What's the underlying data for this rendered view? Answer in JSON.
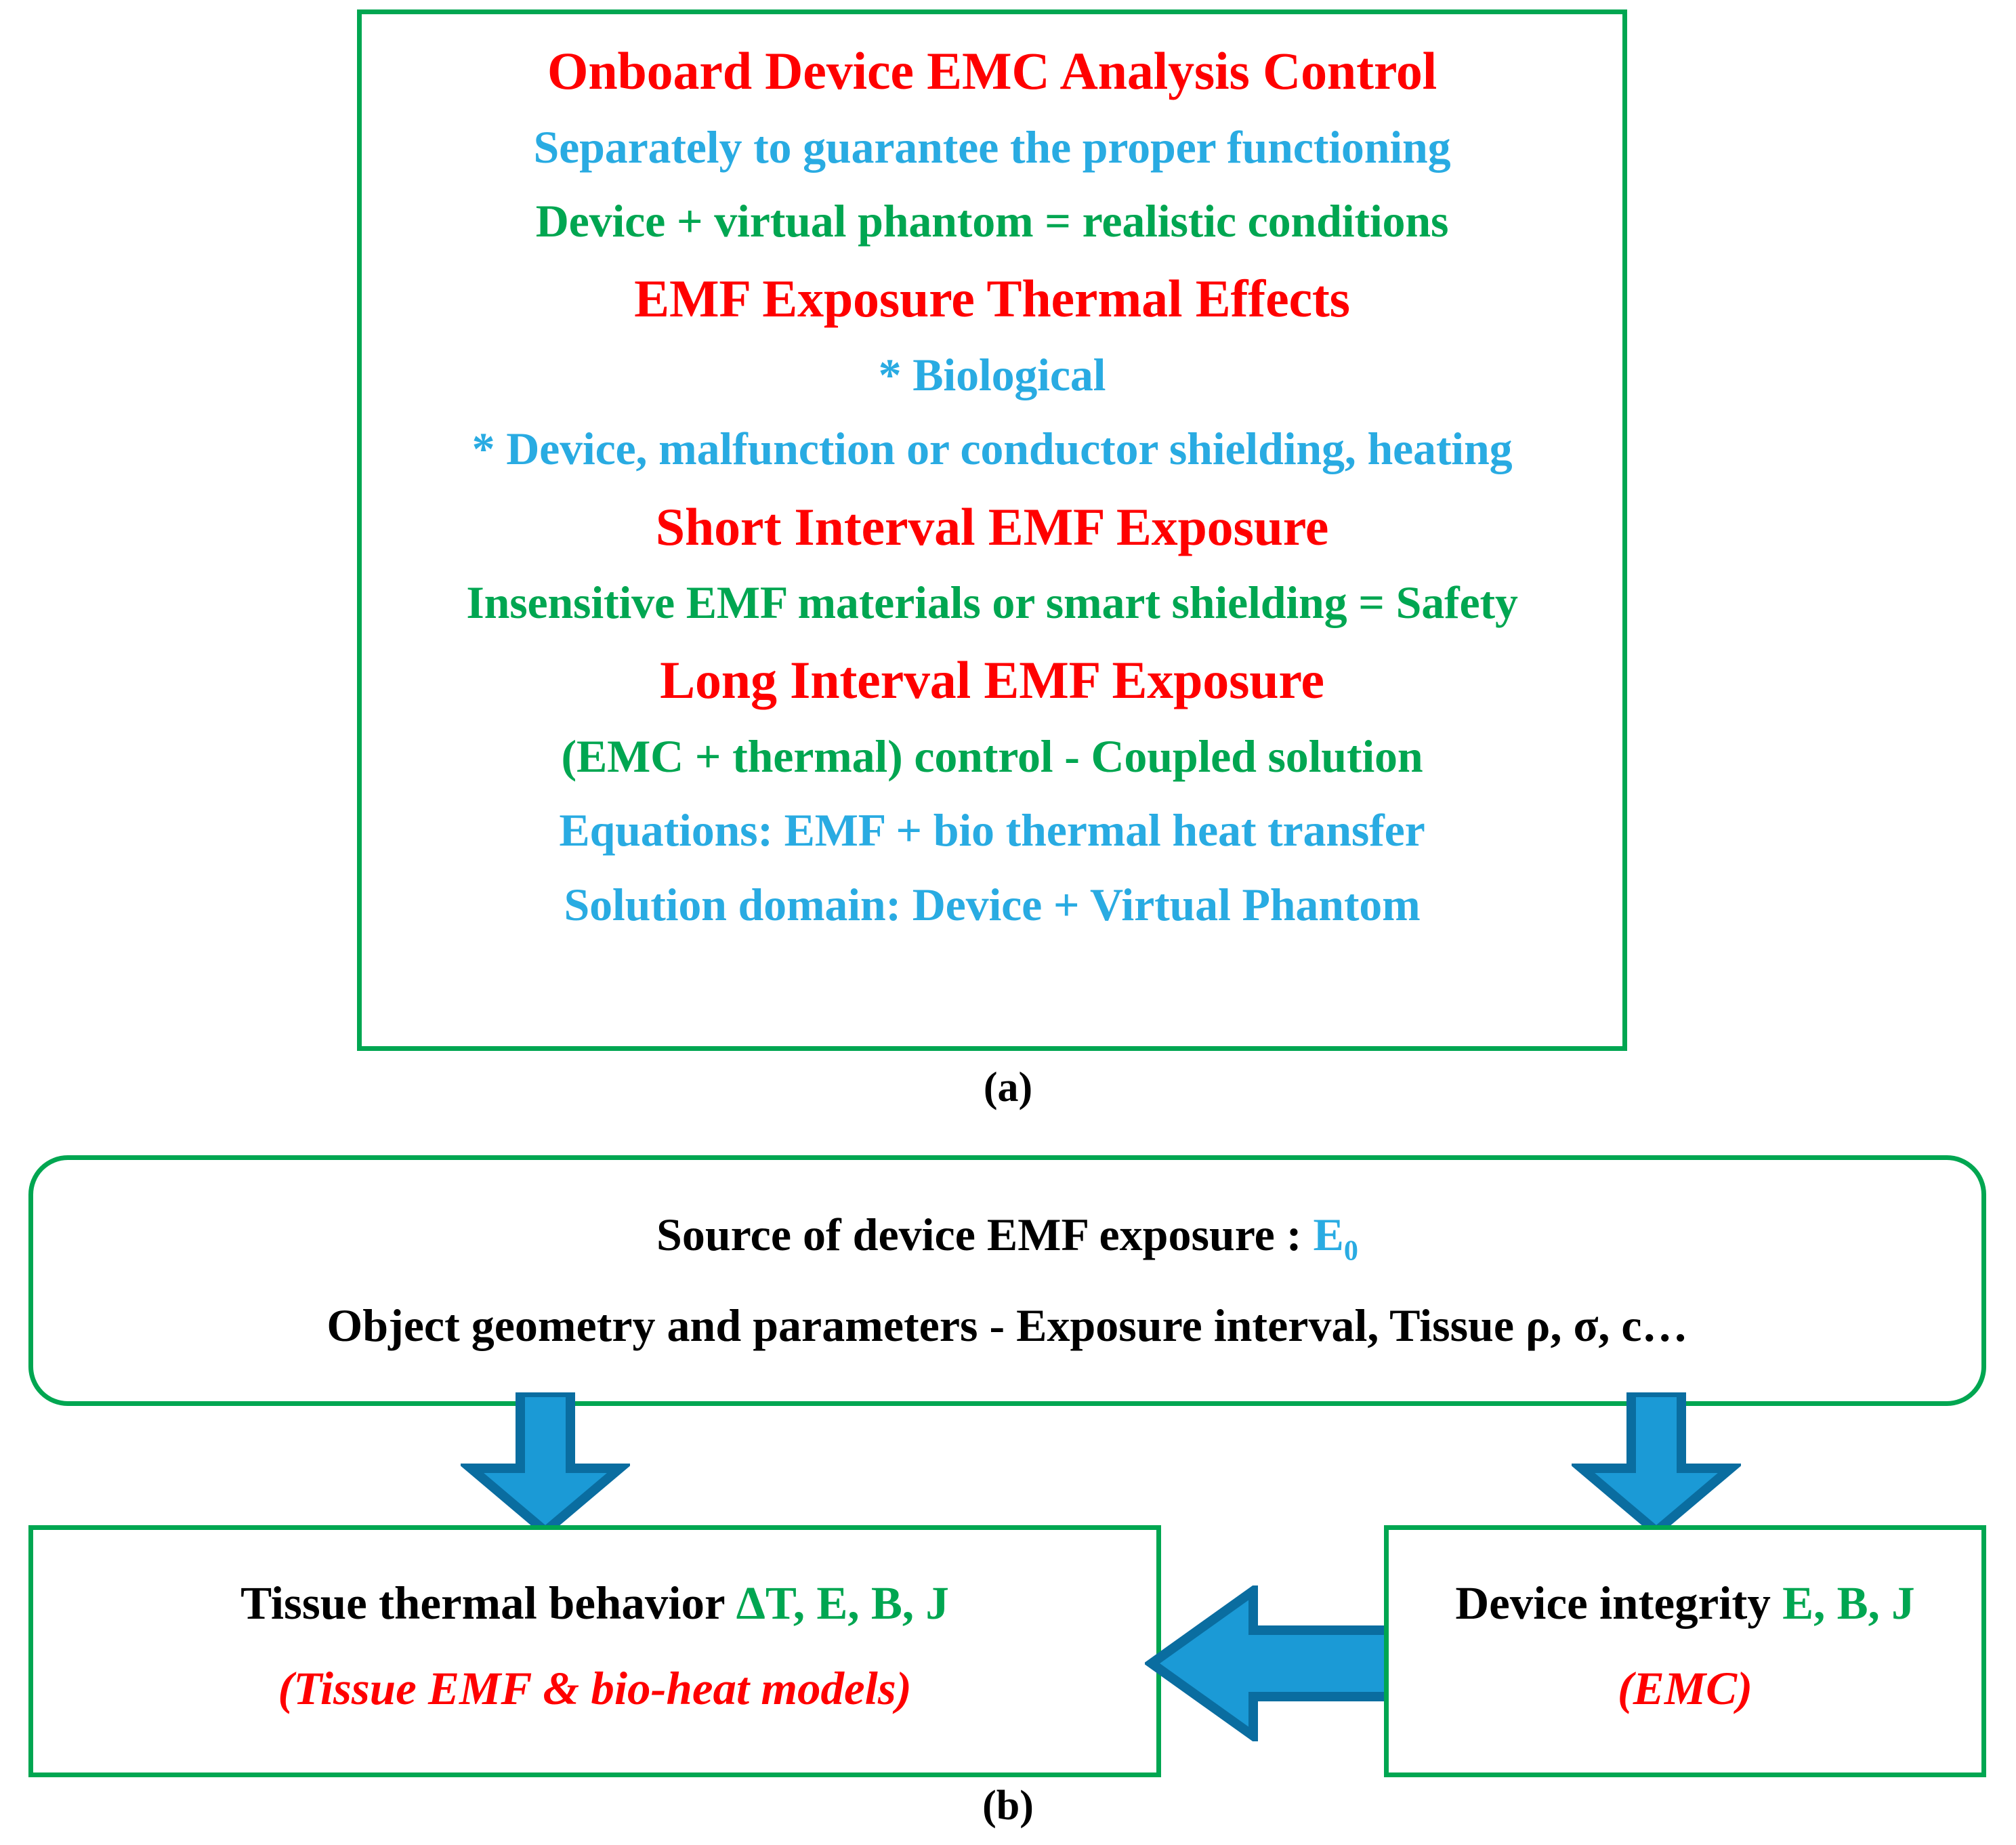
{
  "colors": {
    "red": "#FF0000",
    "cyan": "#29ABE2",
    "green": "#00A651",
    "black": "#000000",
    "arrow_fill": "#1B9AD6",
    "arrow_stroke": "#0A6DA0",
    "border_green": "#00A651"
  },
  "panel_a": {
    "label": "(a)",
    "lines": [
      {
        "text": "Onboard Device EMC Analysis Control",
        "color": "red",
        "style": "head"
      },
      {
        "text": "Separately to guarantee the proper functioning",
        "color": "cyan",
        "style": "sub"
      },
      {
        "text": "Device + virtual phantom = realistic conditions",
        "color": "green",
        "style": "sub"
      },
      {
        "text": "EMF Exposure Thermal Effects",
        "color": "red",
        "style": "head"
      },
      {
        "text": "* Biological",
        "color": "cyan",
        "style": "sub"
      },
      {
        "text": "* Device, malfunction or conductor shielding, heating",
        "color": "cyan",
        "style": "sub"
      },
      {
        "text": "Short Interval EMF Exposure",
        "color": "red",
        "style": "head"
      },
      {
        "text": "Insensitive EMF materials or smart shielding = Safety",
        "color": "green",
        "style": "sub"
      },
      {
        "text": "Long Interval EMF Exposure",
        "color": "red",
        "style": "head"
      },
      {
        "text": "(EMC + thermal) control - Coupled solution",
        "color": "green",
        "style": "sub"
      },
      {
        "text": "Equations: EMF + bio thermal heat transfer",
        "color": "cyan",
        "style": "sub"
      },
      {
        "text": "Solution domain: Device + Virtual Phantom",
        "color": "cyan",
        "style": "sub"
      }
    ]
  },
  "panel_b": {
    "label": "(b)",
    "source_box": {
      "line1_prefix": "Source of device EMF exposure : ",
      "line1_symbol": "E",
      "line1_symbol_subscript": "0",
      "line2": "Object geometry and parameters - Exposure interval, Tissue ρ, σ, c…"
    },
    "left_box": {
      "line1_prefix": "Tissue thermal behavior ",
      "line1_vars": "ΔT, E, B, J",
      "line2": "(Tissue EMF & bio-heat models)"
    },
    "right_box": {
      "line1_prefix": "Device integrity ",
      "line1_vars": "E, B, J",
      "line2": "(EMC)"
    },
    "arrows": [
      {
        "name": "arrow-down-to-tissue",
        "direction": "down"
      },
      {
        "name": "arrow-down-to-device",
        "direction": "down"
      },
      {
        "name": "arrow-device-to-tissue",
        "direction": "left"
      }
    ]
  }
}
